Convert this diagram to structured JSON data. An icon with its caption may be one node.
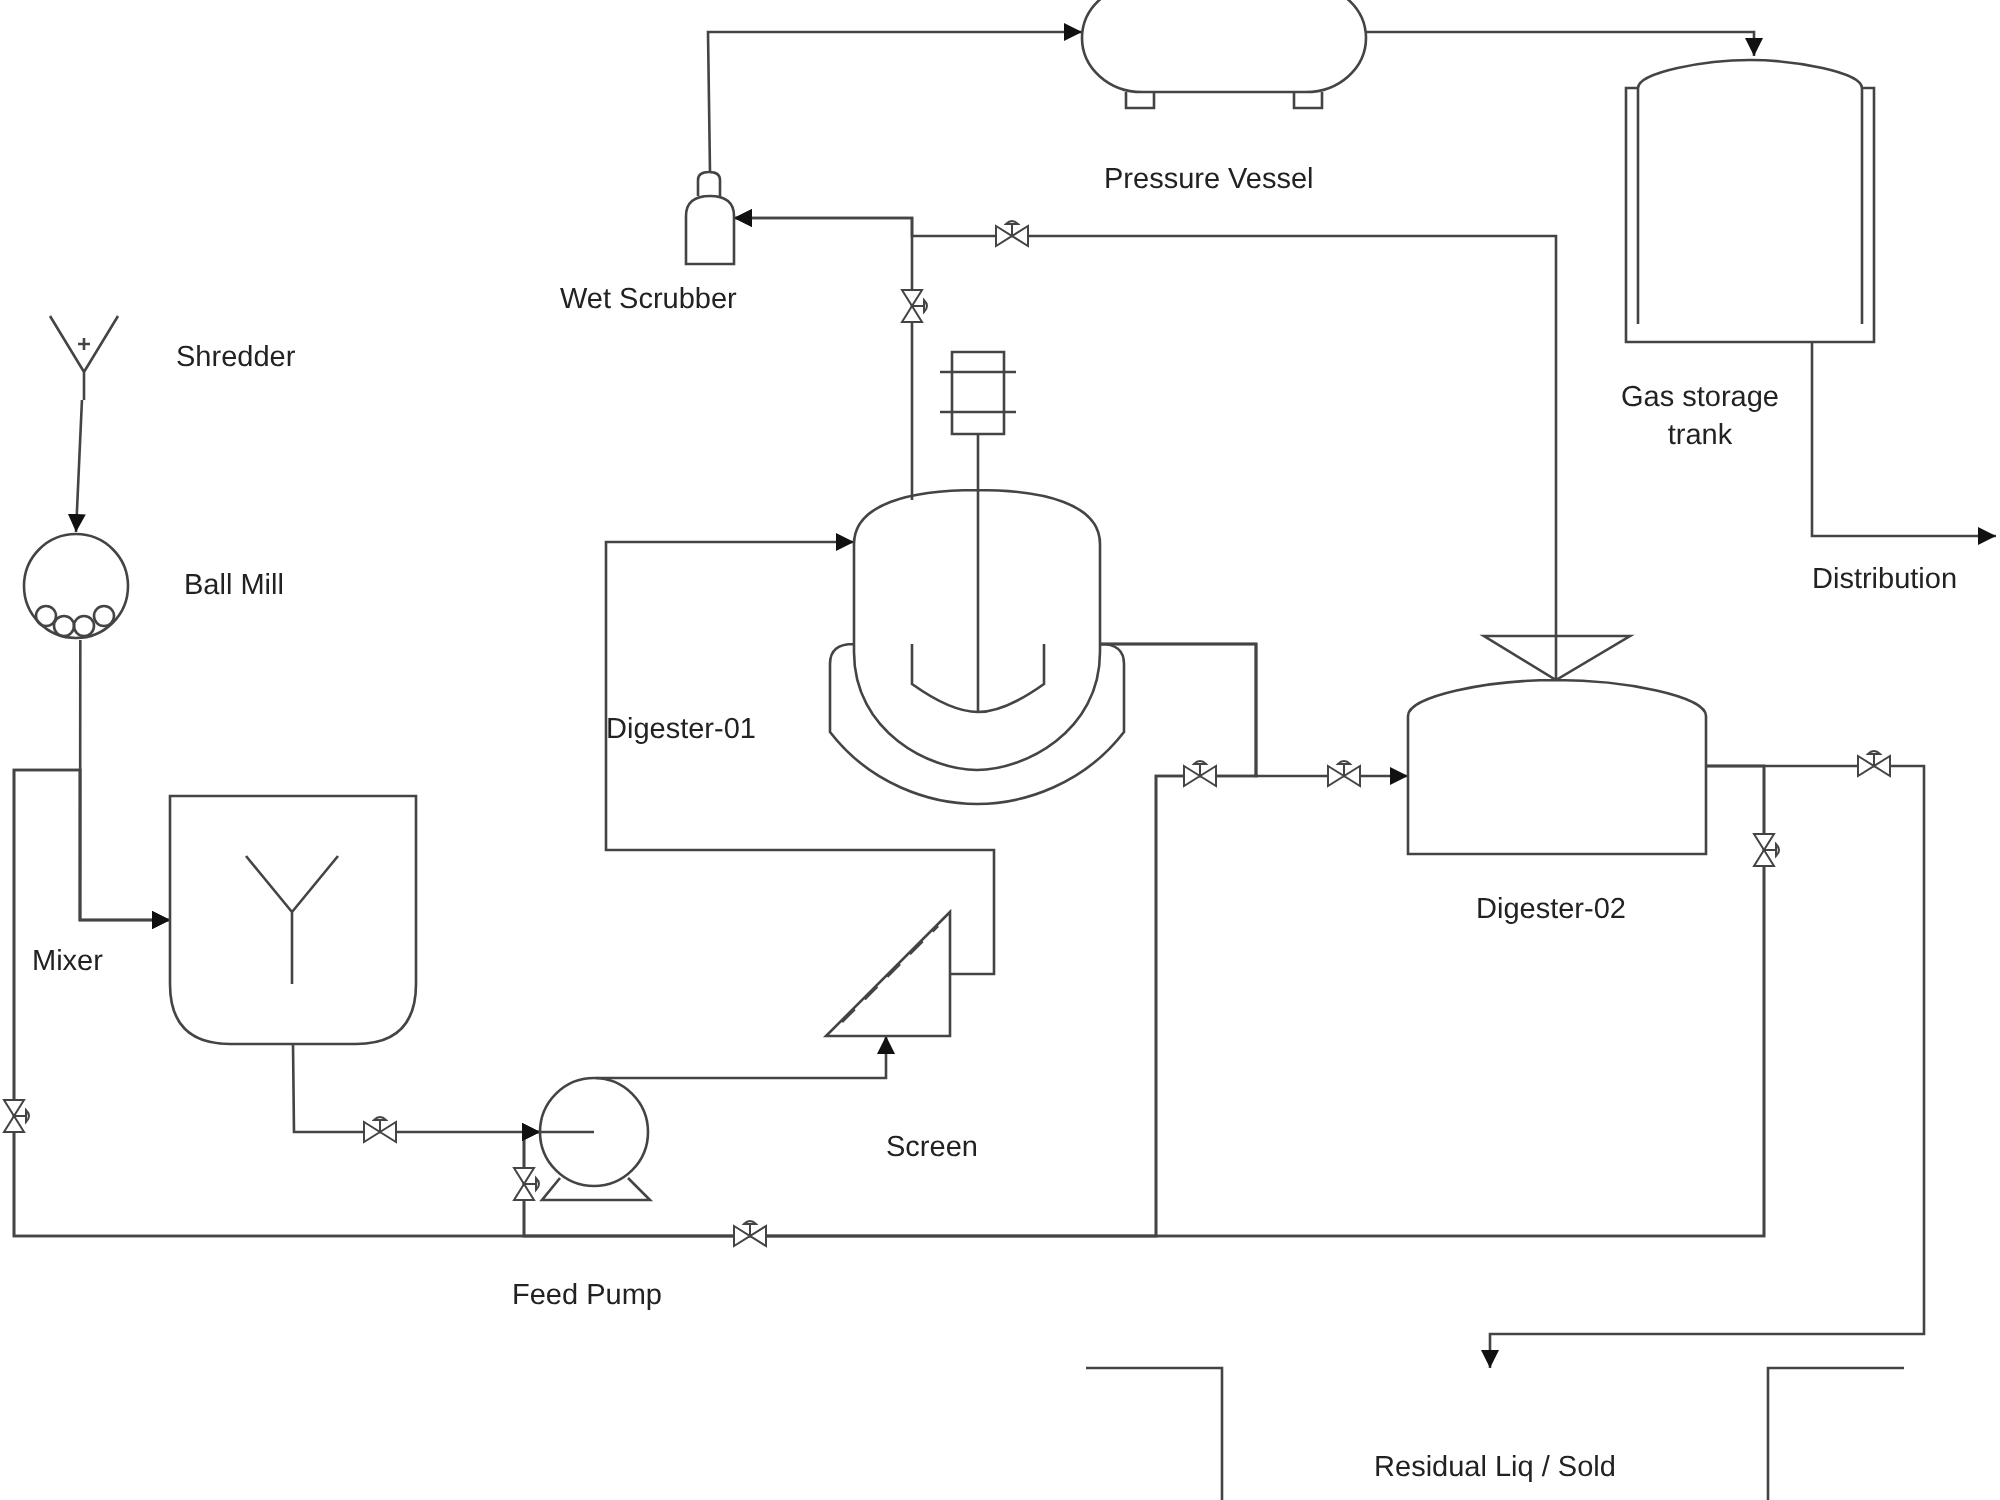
{
  "diagram": {
    "nodes": [
      {
        "text": [],
        "shape": "funnel",
        "beside": [
          "Shredder"
        ]
      },
      {
        "text": [],
        "shape": "circle",
        "beside": [
          "Ball Mill"
        ]
      },
      {
        "text": [],
        "shape": "box",
        "beside": [
          "Mixer"
        ]
      },
      {
        "text": [],
        "shape": "pump",
        "beside": [
          "Feed Pump"
        ]
      },
      {
        "text": [],
        "shape": "triangle",
        "beside": [
          "Screen"
        ]
      },
      {
        "text": [],
        "shape": "reactor",
        "beside": [
          "Digester-01"
        ]
      },
      {
        "text": [],
        "shape": "cylinder",
        "beside": [
          "Wet Scrubber"
        ]
      },
      {
        "text": [],
        "shape": "capsule",
        "beside": [
          "Pressure Vessel"
        ]
      },
      {
        "text": [],
        "shape": "tank",
        "beside": [
          "Gas storage trank"
        ]
      },
      {
        "text": [],
        "shape": "digester",
        "beside": [
          "Digester-02"
        ]
      },
      {
        "text": [
          "Distribution"
        ]
      },
      {
        "text": [
          "Residual Liq / Sold"
        ]
      }
    ],
    "edges": [
      {
        "from": 0,
        "to": 1,
        "arrow": "to"
      },
      {
        "from": 1,
        "to": 2,
        "arrow": "to"
      },
      {
        "from": 3,
        "to": 4,
        "arrow": "to"
      },
      {
        "from": 4,
        "to": 5,
        "arrow": "to"
      },
      {
        "from": 2,
        "to": 3,
        "arrow": "to"
      },
      {
        "from": 5,
        "to": 6,
        "arrow": "to"
      },
      {
        "from": 9,
        "to": 6,
        "arrow": "to"
      },
      {
        "from": 6,
        "to": 7,
        "arrow": "to"
      },
      {
        "from": 7,
        "to": 8,
        "arrow": "to"
      },
      {
        "from": 8,
        "to": 10,
        "arrow": "to"
      },
      {
        "from": 5,
        "to": 9,
        "arrow": "to"
      },
      {
        "from": 5,
        "to": 2,
        "arrow": "to"
      },
      {
        "from": 5,
        "to": 3,
        "arrow": "to"
      },
      {
        "from": 9,
        "to": 2,
        "arrow": "to"
      },
      {
        "from": 9,
        "to": 3,
        "arrow": "to"
      },
      {
        "from": 9,
        "to": 11,
        "arrow": "to"
      }
    ]
  }
}
